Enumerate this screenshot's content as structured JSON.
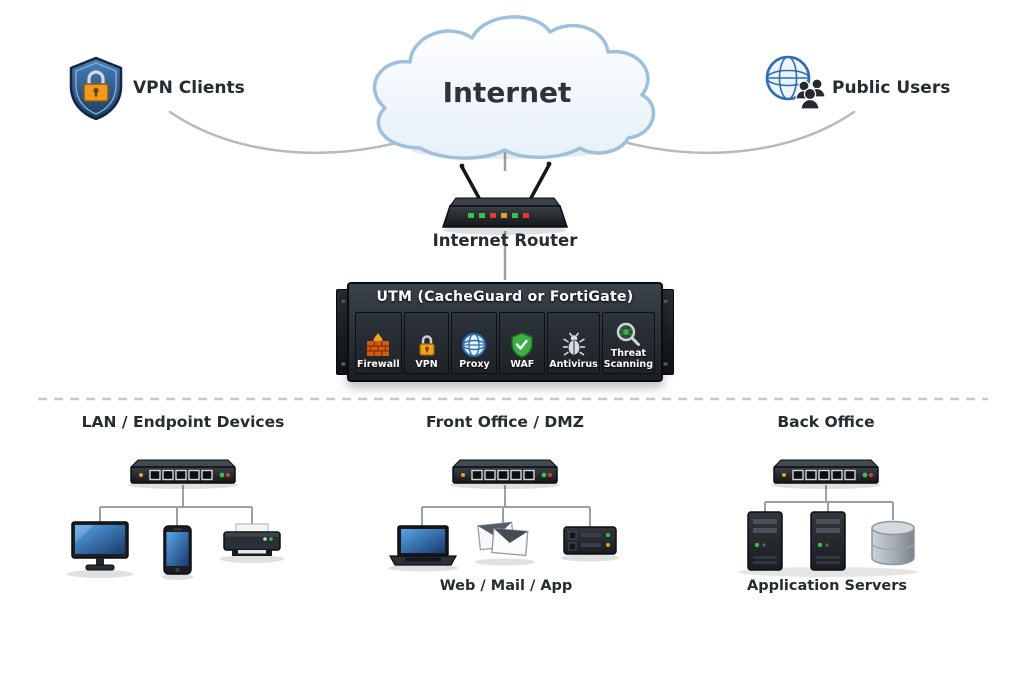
{
  "diagram": {
    "internet": {
      "label": "Internet",
      "icon": "cloud-icon"
    },
    "vpn_clients": {
      "label": "VPN Clients",
      "icon": "shield-lock-icon"
    },
    "public_users": {
      "label": "Public Users",
      "icon": "globe-users-icon"
    },
    "router": {
      "label": "Internet Router",
      "icon": "router-icon"
    },
    "utm": {
      "title": "UTM  (CacheGuard or FortiGate)",
      "modules": [
        {
          "label": "Firewall",
          "icon": "firewall-icon"
        },
        {
          "label": "VPN",
          "icon": "vpn-lock-icon"
        },
        {
          "label": "Proxy",
          "icon": "proxy-globe-icon"
        },
        {
          "label": "WAF",
          "icon": "waf-shield-icon"
        },
        {
          "label": "Antivirus",
          "icon": "antivirus-bug-icon"
        },
        {
          "label": "Threat Scanning",
          "icon": "threat-scanning-icon"
        }
      ]
    },
    "zones": [
      {
        "label": "LAN / Endpoint Devices",
        "sublabel": "",
        "devices": [
          "desktop-computer",
          "smartphone",
          "printer"
        ]
      },
      {
        "label": "Front Office / DMZ",
        "sublabel": "Web / Mail / App",
        "devices": [
          "laptop",
          "mail-envelopes",
          "app-server"
        ]
      },
      {
        "label": "Back Office",
        "sublabel": "Application Servers",
        "devices": [
          "server-tower",
          "server-tower",
          "database-cylinder"
        ]
      }
    ],
    "colors": {
      "accent_blue": "#2f6db4",
      "lock_orange": "#f0991c",
      "waf_green": "#3fae49",
      "led_green": "#35c24a",
      "led_red": "#e03b2f",
      "led_amber": "#e8a020",
      "line_gray": "#b4bac0",
      "text_dark": "#262c31"
    }
  }
}
